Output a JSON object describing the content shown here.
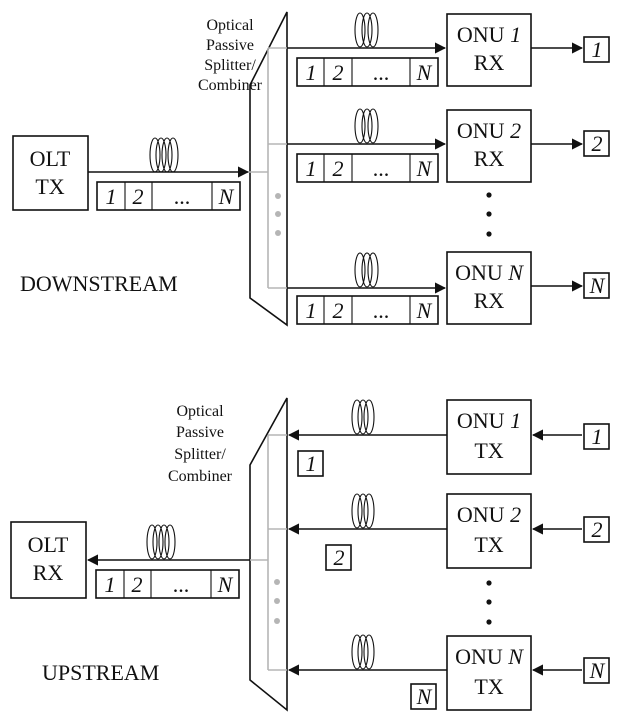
{
  "downstream": {
    "label": "DOWNSTREAM",
    "splitter_label": [
      "Optical",
      "Passive",
      "Splitter/",
      "Combiner"
    ],
    "olt": {
      "line1": "OLT",
      "line2": "TX"
    },
    "olt_frame": [
      "1",
      "2",
      "...",
      "N"
    ],
    "onus": [
      {
        "name": "ONU",
        "num": "1",
        "role": "RX",
        "out": "1",
        "frame": [
          "1",
          "2",
          "...",
          "N"
        ]
      },
      {
        "name": "ONU",
        "num": "2",
        "role": "RX",
        "out": "2",
        "frame": [
          "1",
          "2",
          "...",
          "N"
        ]
      },
      {
        "name": "ONU",
        "num": "N",
        "role": "RX",
        "out": "N",
        "frame": [
          "1",
          "2",
          "...",
          "N"
        ]
      }
    ]
  },
  "upstream": {
    "label": "UPSTREAM",
    "splitter_label": [
      "Optical",
      "Passive",
      "Splitter/",
      "Combiner"
    ],
    "olt": {
      "line1": "OLT",
      "line2": "RX"
    },
    "olt_frame": [
      "1",
      "2",
      "...",
      "N"
    ],
    "onus": [
      {
        "name": "ONU",
        "num": "1",
        "role": "TX",
        "in": "1",
        "slot": "1"
      },
      {
        "name": "ONU",
        "num": "2",
        "role": "TX",
        "in": "2",
        "slot": "2"
      },
      {
        "name": "ONU",
        "num": "N",
        "role": "TX",
        "in": "N",
        "slot": "N"
      }
    ]
  }
}
